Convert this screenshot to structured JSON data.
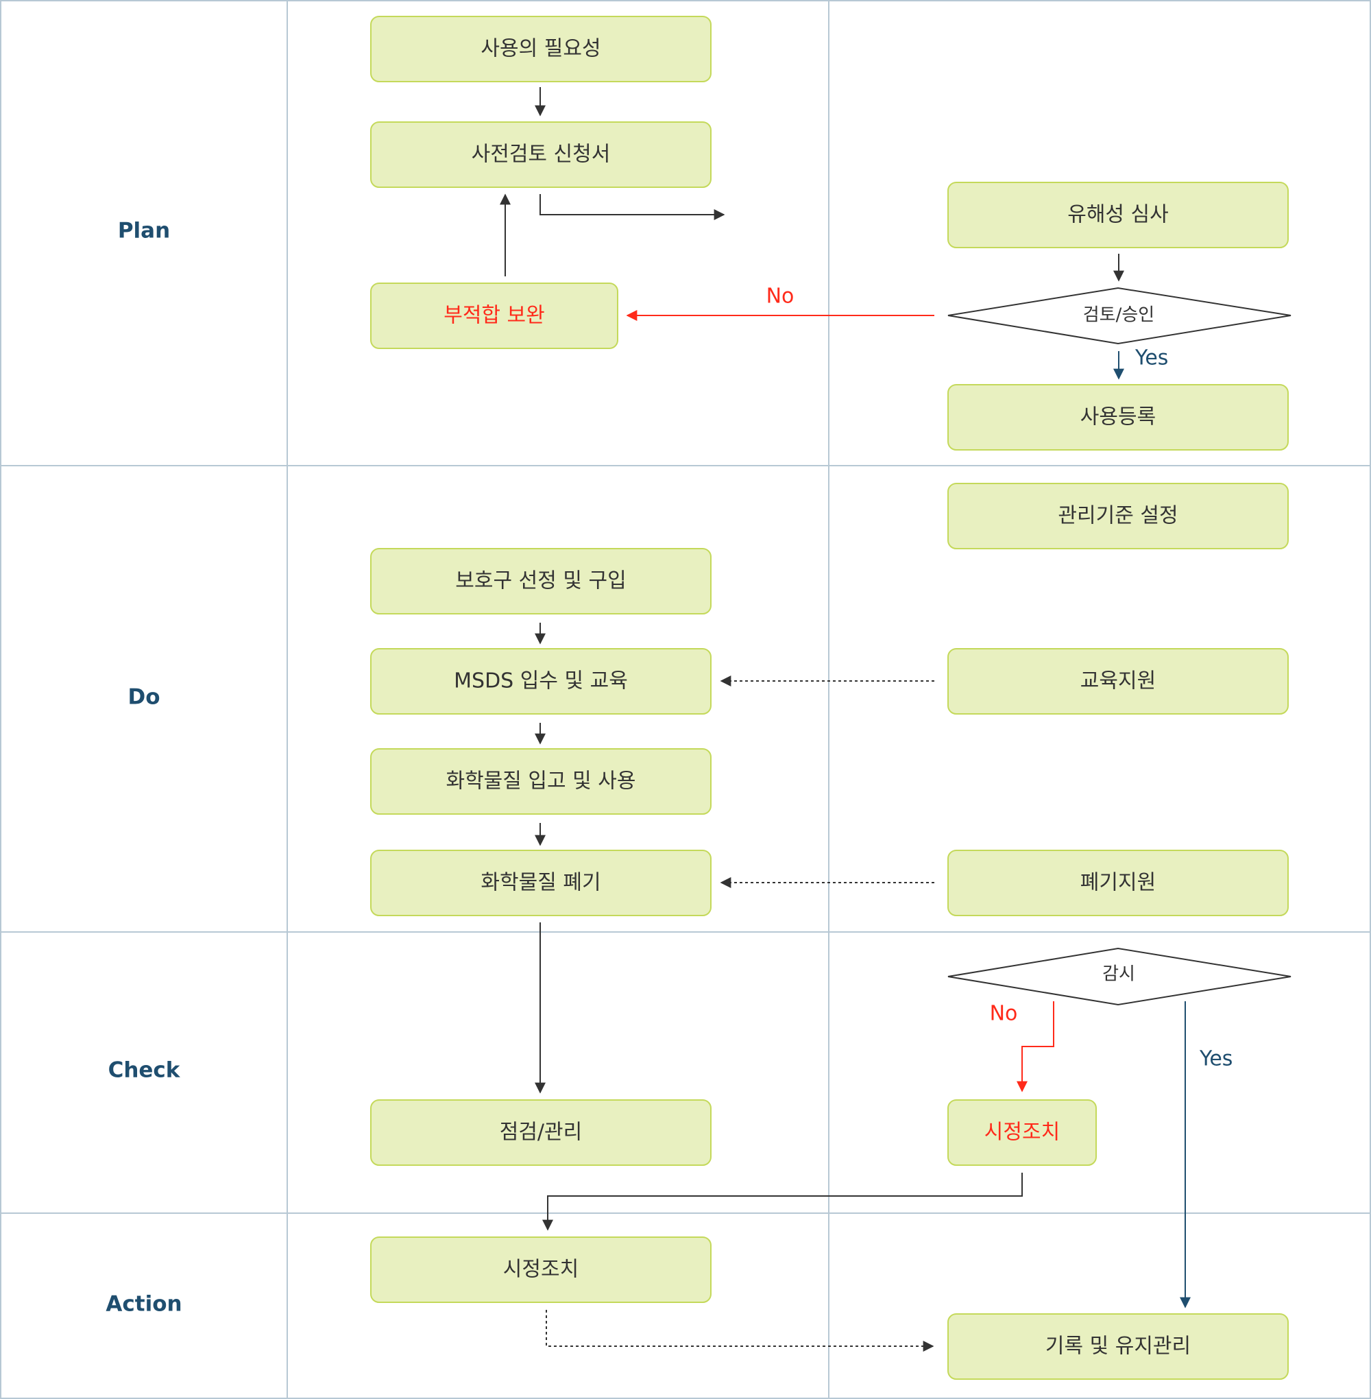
{
  "phases": {
    "plan": "Plan",
    "do": "Do",
    "check": "Check",
    "action": "Action"
  },
  "nodes": {
    "need": "사용의 필요성",
    "pre_review": "사전검토 신청서",
    "hazard_review": "유해성 심사",
    "review_approval": "검토/승인",
    "fix_unsuitable": "부적합 보완",
    "registration": "사용등록",
    "mgmt_standard": "관리기준 설정",
    "ppe_select": "보호구 선정 및 구입",
    "msds": "MSDS 입수 및 교육",
    "edu_support": "교육지원",
    "chem_use": "화학물질 입고 및 사용",
    "chem_disposal": "화학물질 폐기",
    "disposal_support": "폐기지원",
    "monitoring": "감시",
    "corrective_check": "시정조치",
    "inspection": "점검/관리",
    "corrective_action": "시정조치",
    "records": "기록 및 유지관리"
  },
  "edges": {
    "no_label": "No",
    "yes_label": "Yes",
    "no_label_2": "No",
    "yes_label_2": "Yes"
  },
  "colors": {
    "box_fill": "#e8f0c0",
    "box_border": "#c4d95a",
    "phase_text": "#1f4e6f",
    "warning_text": "#ff2a1a",
    "lane_line": "#b7c8d4"
  }
}
